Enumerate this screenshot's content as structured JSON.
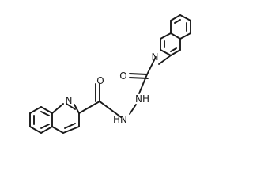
{
  "molecule": {
    "atoms": {
      "n_ring_upper": "N",
      "o_upper": "O",
      "nh_upper": "NH",
      "nh_lower": "HN",
      "o_lower": "O",
      "n_ring_lower": "N"
    }
  }
}
